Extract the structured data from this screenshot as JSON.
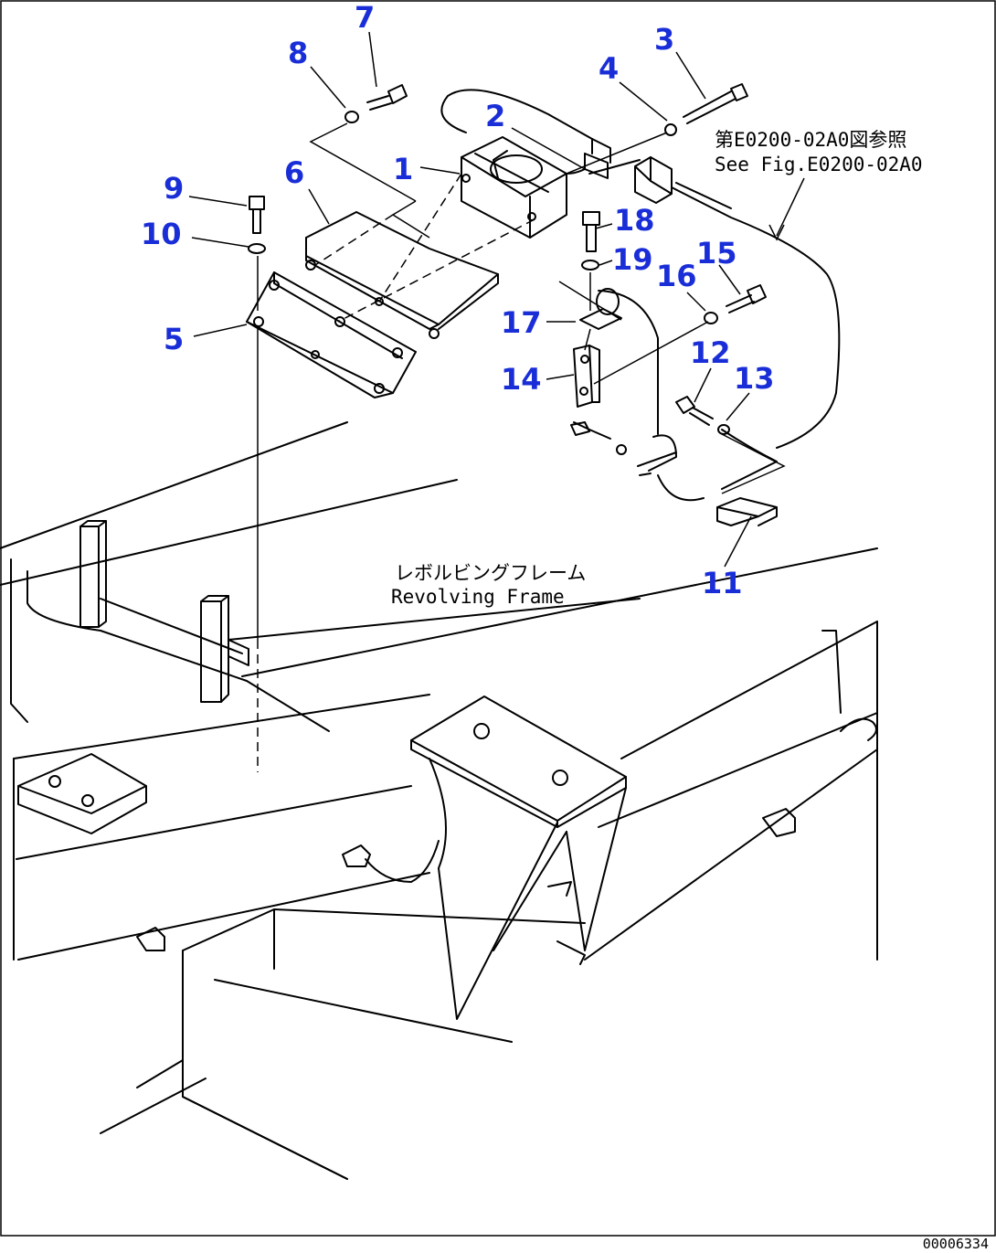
{
  "callouts": [
    {
      "id": "1",
      "label": "1"
    },
    {
      "id": "2",
      "label": "2"
    },
    {
      "id": "3",
      "label": "3"
    },
    {
      "id": "4",
      "label": "4"
    },
    {
      "id": "5",
      "label": "5"
    },
    {
      "id": "6",
      "label": "6"
    },
    {
      "id": "7",
      "label": "7"
    },
    {
      "id": "8",
      "label": "8"
    },
    {
      "id": "9",
      "label": "9"
    },
    {
      "id": "10",
      "label": "10"
    },
    {
      "id": "11",
      "label": "11"
    },
    {
      "id": "12",
      "label": "12"
    },
    {
      "id": "13",
      "label": "13"
    },
    {
      "id": "14",
      "label": "14"
    },
    {
      "id": "15",
      "label": "15"
    },
    {
      "id": "16",
      "label": "16"
    },
    {
      "id": "17",
      "label": "17"
    },
    {
      "id": "18",
      "label": "18"
    },
    {
      "id": "19",
      "label": "19"
    }
  ],
  "notes": {
    "reference_jp": "第E0200-02A0図参照",
    "reference_en": "See Fig.E0200-02A0",
    "frame_jp": "レボルビングフレーム",
    "frame_en": "Revolving Frame"
  },
  "catalog_number": "00006334",
  "colors": {
    "callout": "#1a2ed8",
    "line": "#000000",
    "background": "#ffffff"
  }
}
